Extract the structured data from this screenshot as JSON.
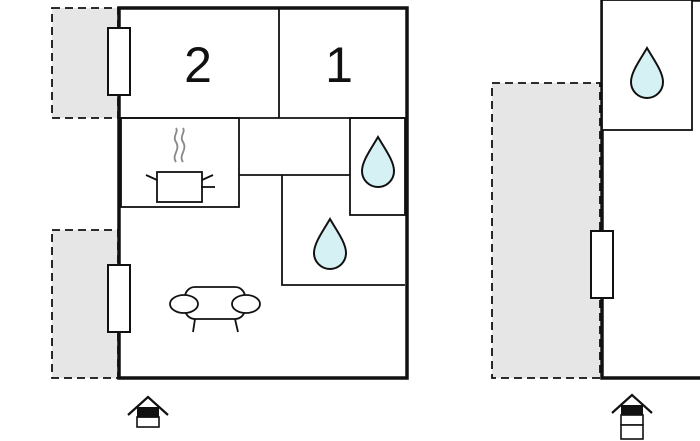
{
  "floor_plan": {
    "rooms": [
      {
        "id": "bedroom",
        "label": "2",
        "type": "bedroom"
      },
      {
        "id": "bedroom",
        "label": "1",
        "type": "bedroom"
      },
      {
        "id": "kitchen",
        "label": "",
        "type": "kitchen",
        "icon": "cooking-pot-icon"
      },
      {
        "id": "bathroom-small",
        "label": "",
        "type": "bathroom",
        "icon": "water-drop-icon"
      },
      {
        "id": "bathroom-large",
        "label": "",
        "type": "bathroom",
        "icon": "water-drop-icon"
      },
      {
        "id": "living-room",
        "label": "",
        "type": "living",
        "icon": "sofa-icon"
      }
    ],
    "right_plan": {
      "rooms": [
        {
          "id": "bathroom",
          "label": "",
          "type": "bathroom",
          "icon": "water-drop-icon"
        }
      ]
    },
    "entrances": [
      {
        "icon": "entrance-house-icon"
      },
      {
        "icon": "entrance-house-icon"
      }
    ],
    "terraces": [
      {
        "type": "terrace"
      },
      {
        "type": "terrace"
      },
      {
        "type": "terrace"
      }
    ],
    "colors": {
      "wall": "#111111",
      "terrace_fill": "#e6e6e6",
      "water": "#d6f1f3"
    }
  }
}
